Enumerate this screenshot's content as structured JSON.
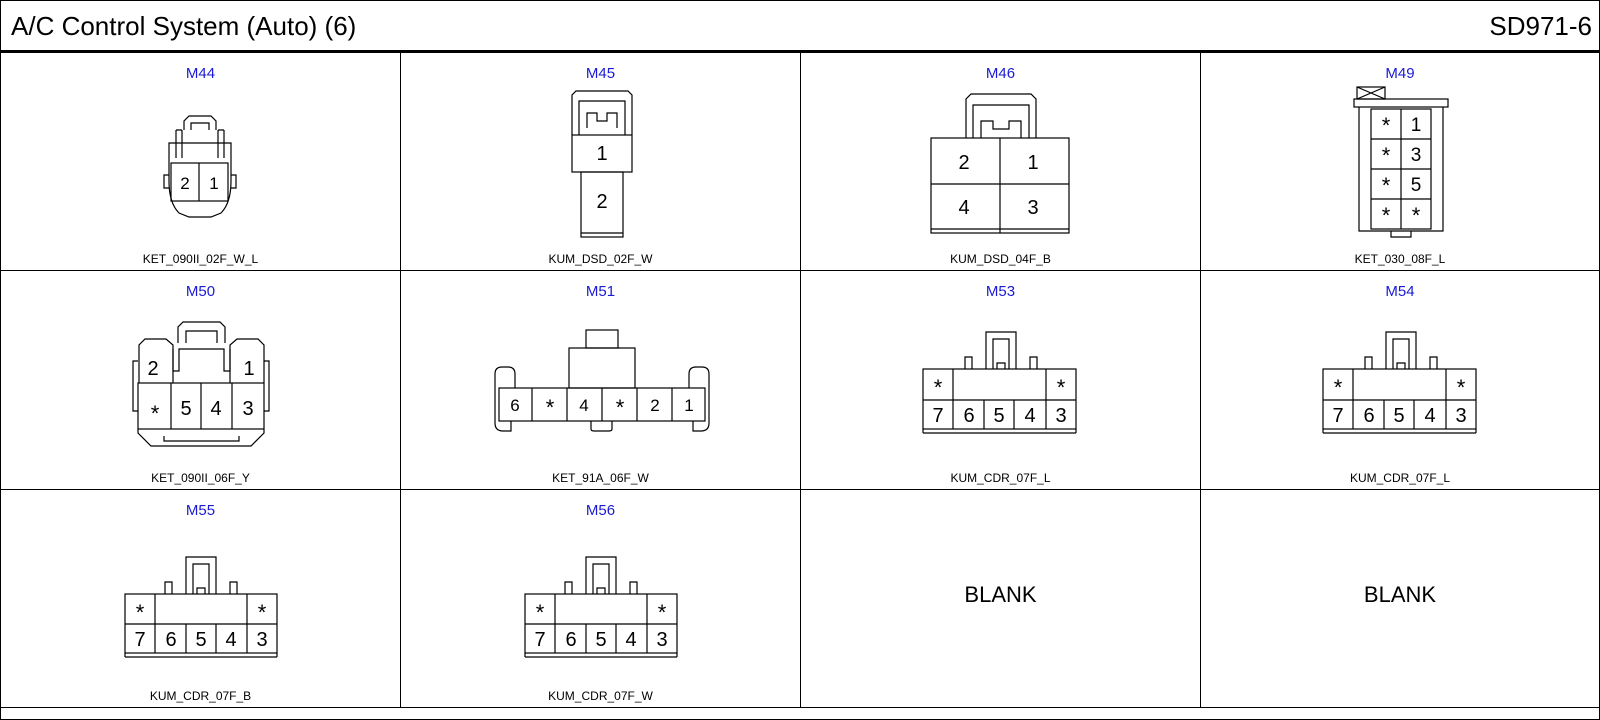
{
  "header": {
    "title": "A/C Control System (Auto) (6)",
    "code": "SD971-6"
  },
  "connectors": [
    {
      "id": "M44",
      "part": "KET_090II_02F_W_L",
      "pins": [
        "2",
        "1"
      ]
    },
    {
      "id": "M45",
      "part": "KUM_DSD_02F_W",
      "pins": [
        "1",
        "2"
      ]
    },
    {
      "id": "M46",
      "part": "KUM_DSD_04F_B",
      "pins": [
        "2",
        "1",
        "4",
        "3"
      ]
    },
    {
      "id": "M49",
      "part": "KET_030_08F_L",
      "pins": [
        "*",
        "1",
        "*",
        "3",
        "*",
        "5",
        "*",
        "*"
      ]
    },
    {
      "id": "M50",
      "part": "KET_090II_06F_Y",
      "pins": [
        "2",
        "1",
        "*",
        "5",
        "4",
        "3"
      ]
    },
    {
      "id": "M51",
      "part": "KET_91A_06F_W",
      "pins": [
        "6",
        "*",
        "4",
        "*",
        "2",
        "1"
      ]
    },
    {
      "id": "M53",
      "part": "KUM_CDR_07F_L",
      "pins": [
        "*",
        "*",
        "7",
        "6",
        "5",
        "4",
        "3"
      ]
    },
    {
      "id": "M54",
      "part": "KUM_CDR_07F_L",
      "pins": [
        "*",
        "*",
        "7",
        "6",
        "5",
        "4",
        "3"
      ]
    },
    {
      "id": "M55",
      "part": "KUM_CDR_07F_B",
      "pins": [
        "*",
        "*",
        "7",
        "6",
        "5",
        "4",
        "3"
      ]
    },
    {
      "id": "M56",
      "part": "KUM_CDR_07F_W",
      "pins": [
        "*",
        "*",
        "7",
        "6",
        "5",
        "4",
        "3"
      ]
    }
  ],
  "blanks": [
    "BLANK",
    "BLANK"
  ],
  "colors": {
    "connector_id": "#1a1ad6",
    "line": "#000000"
  }
}
